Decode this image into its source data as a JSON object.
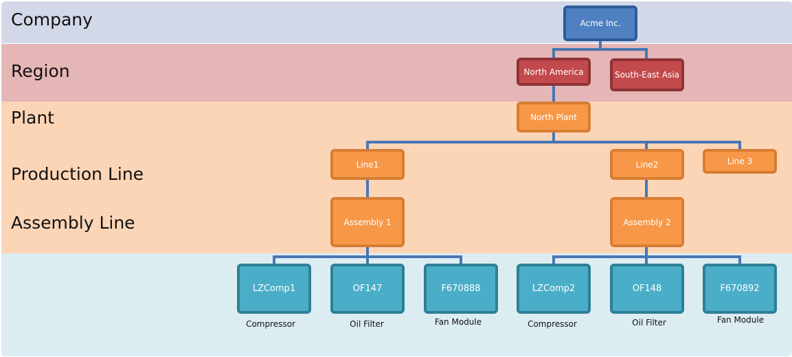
{
  "levels": {
    "company": "Company",
    "region": "Region",
    "plant": "Plant",
    "production_line": "Production Line",
    "assembly_line": "Assembly Line"
  },
  "nodes": {
    "company": "Acme Inc.",
    "region_na": "North America",
    "region_sea": "South-East Asia",
    "plant": "North Plant",
    "line1": "Line1",
    "line2": "Line2",
    "line3": "Line 3",
    "assembly1": "Assembly 1",
    "assembly2": "Assembly 2",
    "lzcomp1": "LZComp1",
    "of147": "OF147",
    "f670888": "F670888",
    "lzcomp2": "LZComp2",
    "of148": "OF148",
    "f670892": "F670892"
  },
  "captions": {
    "compressor_1": "Compressor",
    "oil_filter_1": "Oil Filter",
    "fan_module_1": "Fan Module",
    "compressor_2": "Compressor",
    "oil_filter_2": "Oil Filter",
    "fan_module_2": "Fan Module"
  },
  "colors": {
    "connector": "#4a76b4",
    "company_fill": "#4f80c1",
    "region_fill": "#c24a4c",
    "plant_fill": "#f79848",
    "leaf_fill": "#4aaec8"
  }
}
